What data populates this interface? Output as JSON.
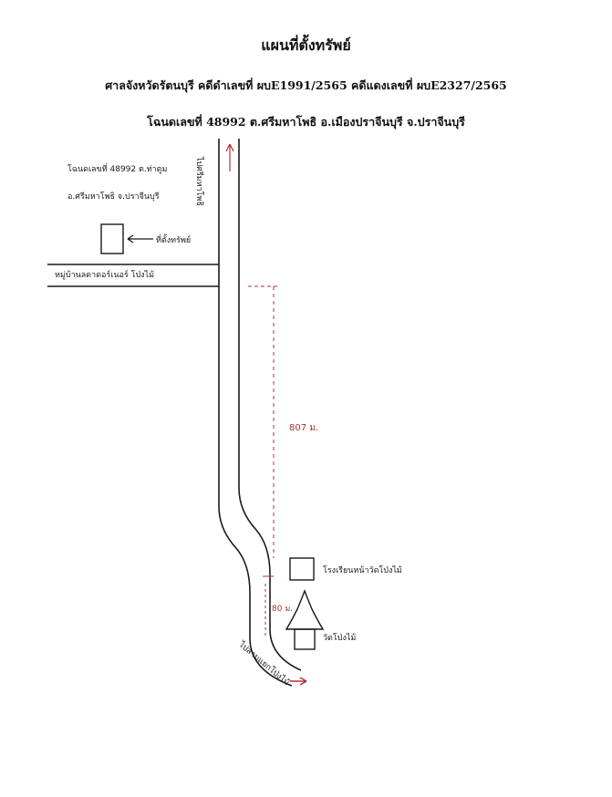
{
  "header": {
    "title": "แผนที่ตั้งทรัพย์",
    "court_line": "ศาลจังหวัดรัตนบุรี คดีดำเลขที่ ผบE1991/2565 คดีแดงเลขที่ ผบE2327/2565",
    "deed_line": "โฉนดเลขที่ 48992 ต.ศรีมหาโพธิ อ.เมืองปราจีนบุรี จ.ปราจีนบุรี"
  },
  "map": {
    "deed_note_line1": "โฉนดเลขที่ 48992 ต.ท่าตูม",
    "deed_note_line2": "อ.ศรีมหาโพธิ จ.ปราจีนบุรี",
    "property_label": "ที่ตั้งทรัพย์",
    "village_label": "หมู่บ้านลดาดอร์เนอร์ โป่งไม้",
    "road_label_top": "ไปศรีมหาโพธิ",
    "distance_main": "807 ม.",
    "school_label": "โรงเรียนหน้าวัดโป่งไม้",
    "distance_short": "80 ม.",
    "temple_label": "วัดโป่งไม้",
    "road_label_bottom": "ไปสามแยกโป่งไม้",
    "colors": {
      "ink": "#1a1a1a",
      "red": "#b03030"
    }
  }
}
